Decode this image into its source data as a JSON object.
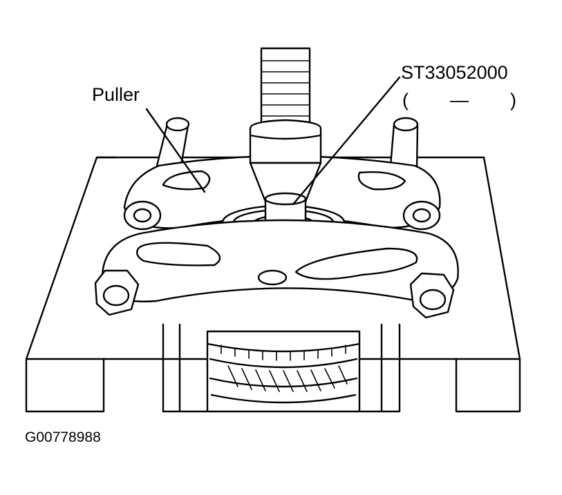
{
  "labels": {
    "puller": "Puller",
    "tool_number": "ST33052000",
    "tool_paren": "(        —        )",
    "figure_id": "G00778988"
  },
  "colors": {
    "ink": "#000000",
    "paper": "#ffffff"
  }
}
